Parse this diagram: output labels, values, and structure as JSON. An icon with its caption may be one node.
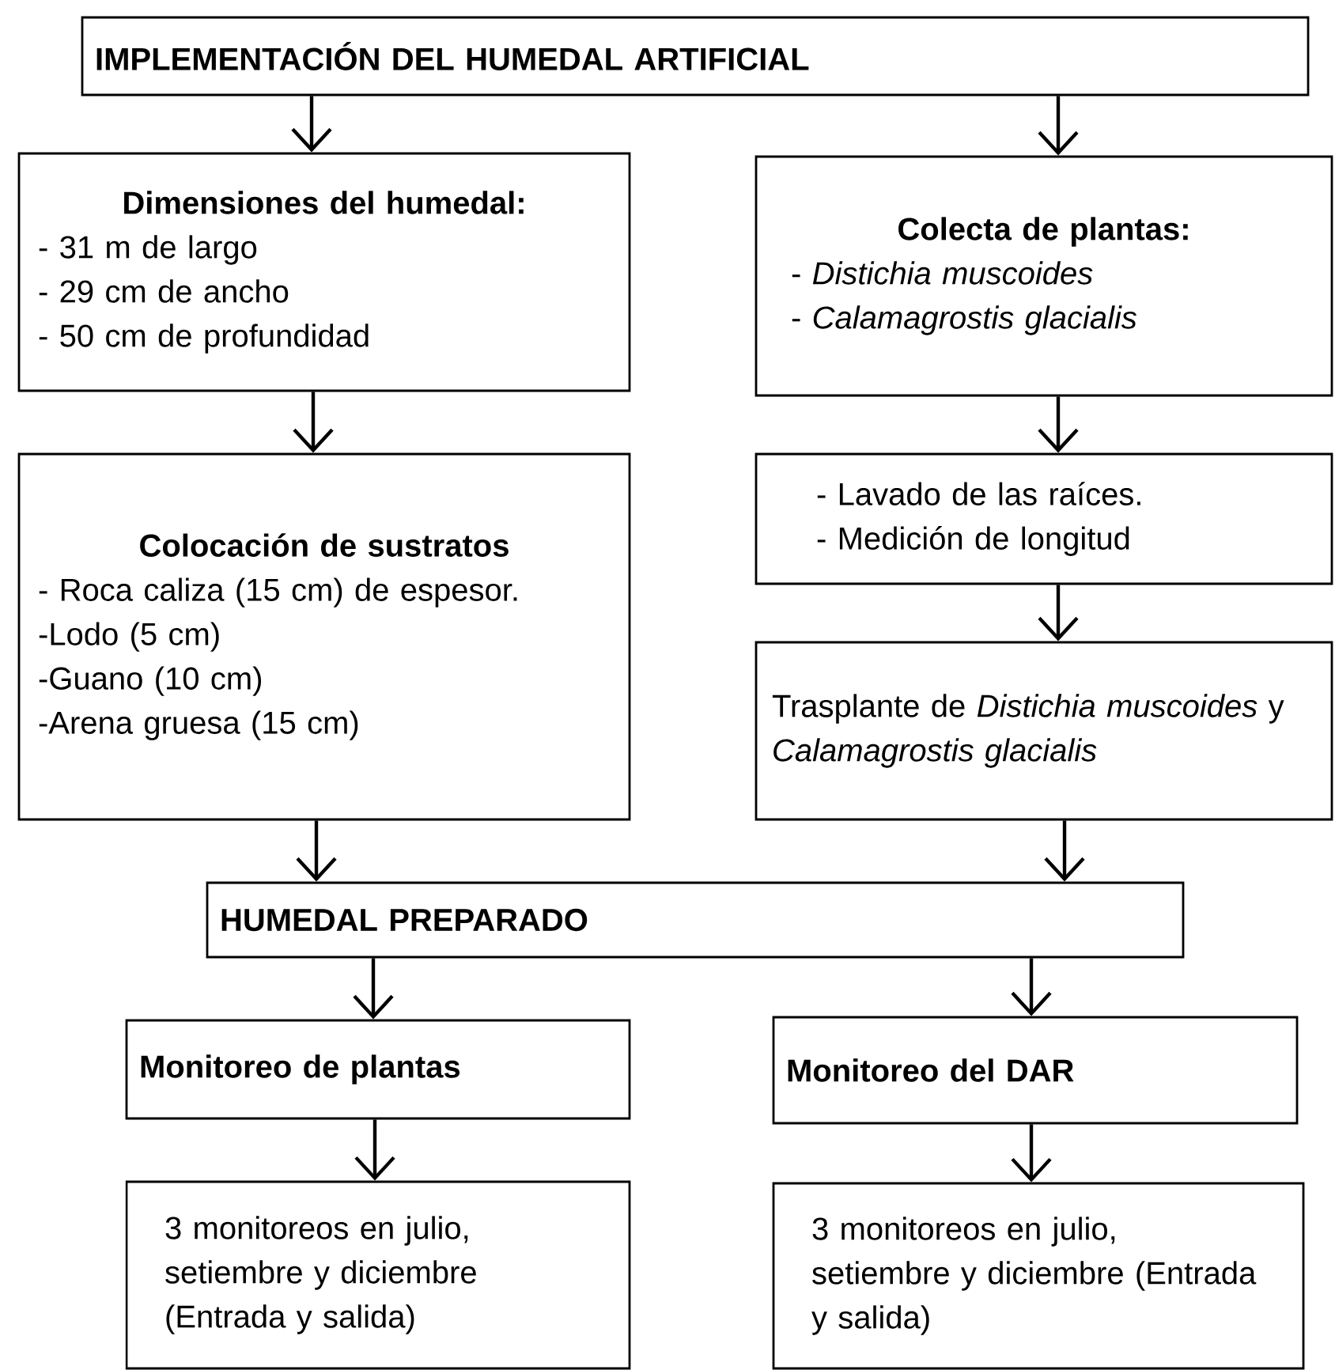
{
  "diagram": {
    "nodes": [
      {
        "text": [
          "IMPLEMENTACIÓN DEL HUMEDAL ARTIFICIAL"
        ]
      },
      {
        "text": [
          "Dimensiones del humedal:",
          "- 31 m de largo",
          "- 29 cm de ancho",
          "- 50 cm de profundidad"
        ]
      },
      {
        "text": [
          "Colecta de plantas:",
          "- *Distichia muscoides*",
          "- *Calamagrostis glacialis*"
        ]
      },
      {
        "text": [
          "Colocación de sustratos",
          "- Roca caliza (15 cm) de espesor.",
          "-Lodo (5 cm)",
          "-Guano (10 cm)",
          "-Arena gruesa (15 cm)"
        ]
      },
      {
        "text": [
          "- Lavado de las raíces.",
          "- Medición de longitud"
        ]
      },
      {
        "text": [
          "Trasplante de *Distichia muscoides* y *Calamagrostis glacialis*"
        ]
      },
      {
        "text": [
          "HUMEDAL PREPARADO"
        ]
      },
      {
        "text": [
          "Monitoreo de plantas"
        ]
      },
      {
        "text": [
          "Monitoreo del DAR"
        ]
      },
      {
        "text": [
          "3 monitoreos en julio, setiembre y diciembre (Entrada y salida)"
        ]
      },
      {
        "text": [
          "3 monitoreos en julio, setiembre y diciembre (Entrada y salida)"
        ]
      }
    ],
    "edges": [
      {
        "from": 0,
        "to": 1,
        "arrow": "to"
      },
      {
        "from": 0,
        "to": 2,
        "arrow": "to"
      },
      {
        "from": 1,
        "to": 3,
        "arrow": "to"
      },
      {
        "from": 2,
        "to": 4,
        "arrow": "to"
      },
      {
        "from": 4,
        "to": 5,
        "arrow": "to"
      },
      {
        "from": 3,
        "to": 6,
        "arrow": "to"
      },
      {
        "from": 5,
        "to": 6,
        "arrow": "to"
      },
      {
        "from": 6,
        "to": 7,
        "arrow": "to"
      },
      {
        "from": 6,
        "to": 8,
        "arrow": "to"
      },
      {
        "from": 7,
        "to": 9,
        "arrow": "to"
      },
      {
        "from": 8,
        "to": 10,
        "arrow": "to"
      }
    ]
  }
}
